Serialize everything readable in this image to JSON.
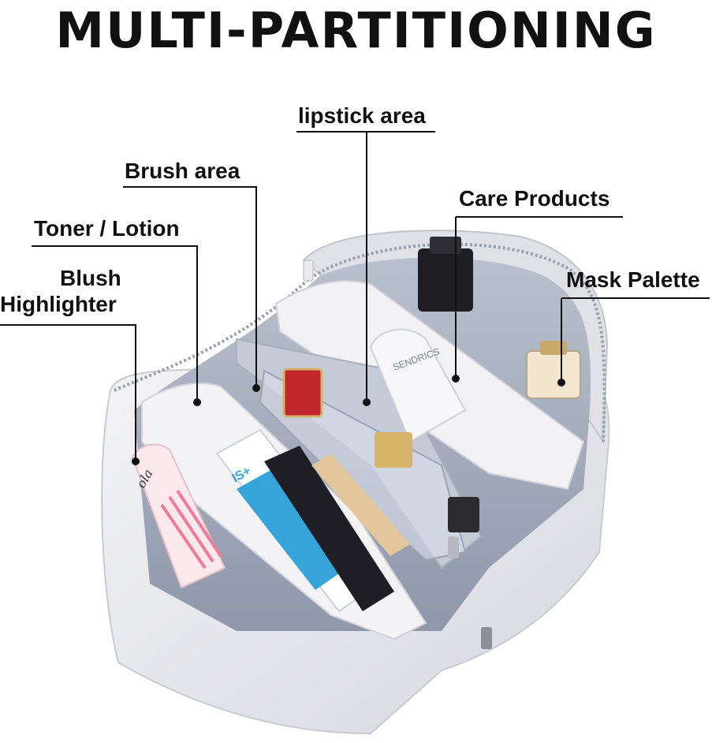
{
  "title": "MULTI-PARTITIONING",
  "callouts": {
    "lipstick": "lipstick area",
    "brush": "Brush area",
    "care": "Care Products",
    "toner": "Toner / Lotion",
    "mask": "Mask Palette",
    "blush": "Blush",
    "highlighter": "Highlighter"
  },
  "product_text": {
    "bottle": "IS+",
    "sunscreen": "SENDRICS",
    "palette": "ola"
  },
  "colors": {
    "bag": "#e9e9ee",
    "lining": "#a7afbf",
    "label": "#111111"
  }
}
